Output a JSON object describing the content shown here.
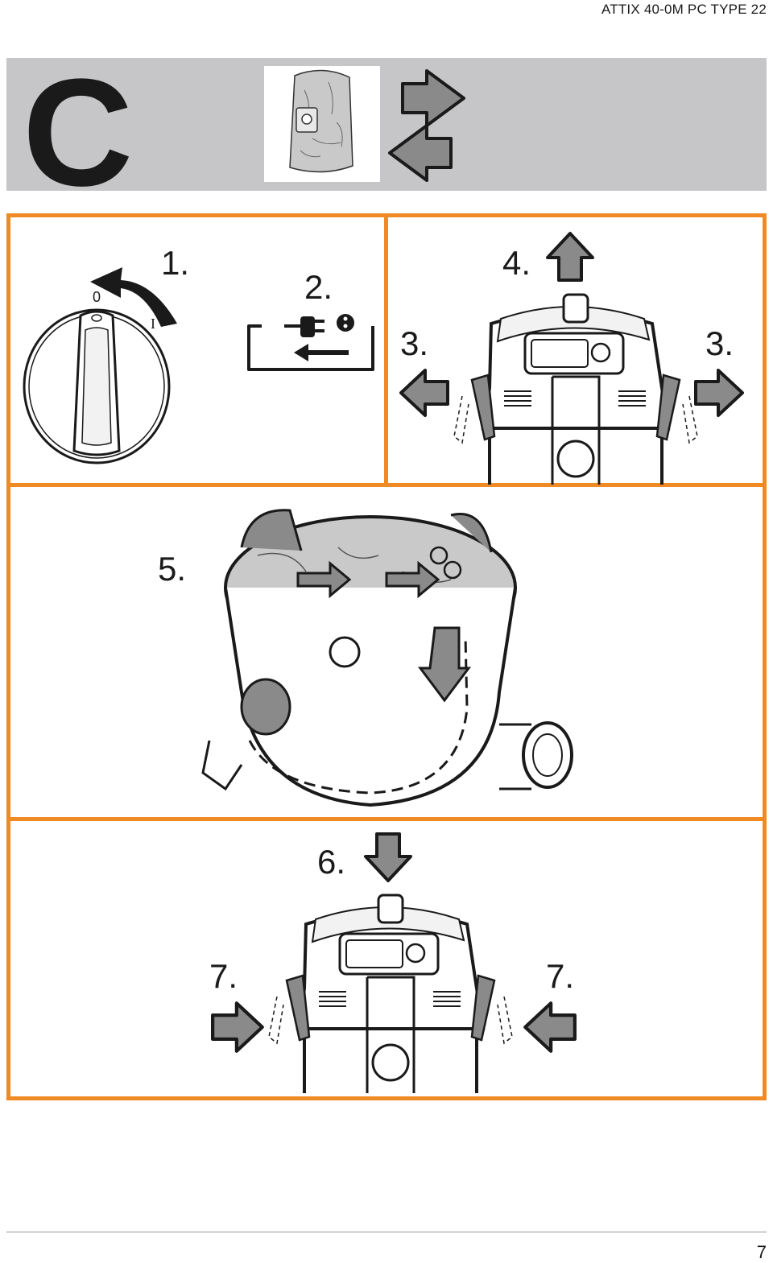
{
  "header": {
    "title": "ATTIX 40-0M PC TYPE 22"
  },
  "section": {
    "letter": "C"
  },
  "steps": {
    "s1": "1.",
    "s2": "2.",
    "s3_left": "3.",
    "s3_right": "3.",
    "s4": "4.",
    "s5": "5.",
    "s6": "6.",
    "s7_left": "7.",
    "s7_right": "7."
  },
  "switch": {
    "off_label": "0",
    "on_label": "I"
  },
  "footer": {
    "page_number": "7"
  },
  "colors": {
    "accent": "#f08a24",
    "banner": "#c6c6c8",
    "arrow_fill": "#8a8a8a"
  },
  "icons": [
    "filter-bag-icon",
    "swap-arrows-icon",
    "rotary-switch-icon",
    "unplug-icon",
    "vacuum-head-icon",
    "vacuum-bin-icon"
  ]
}
